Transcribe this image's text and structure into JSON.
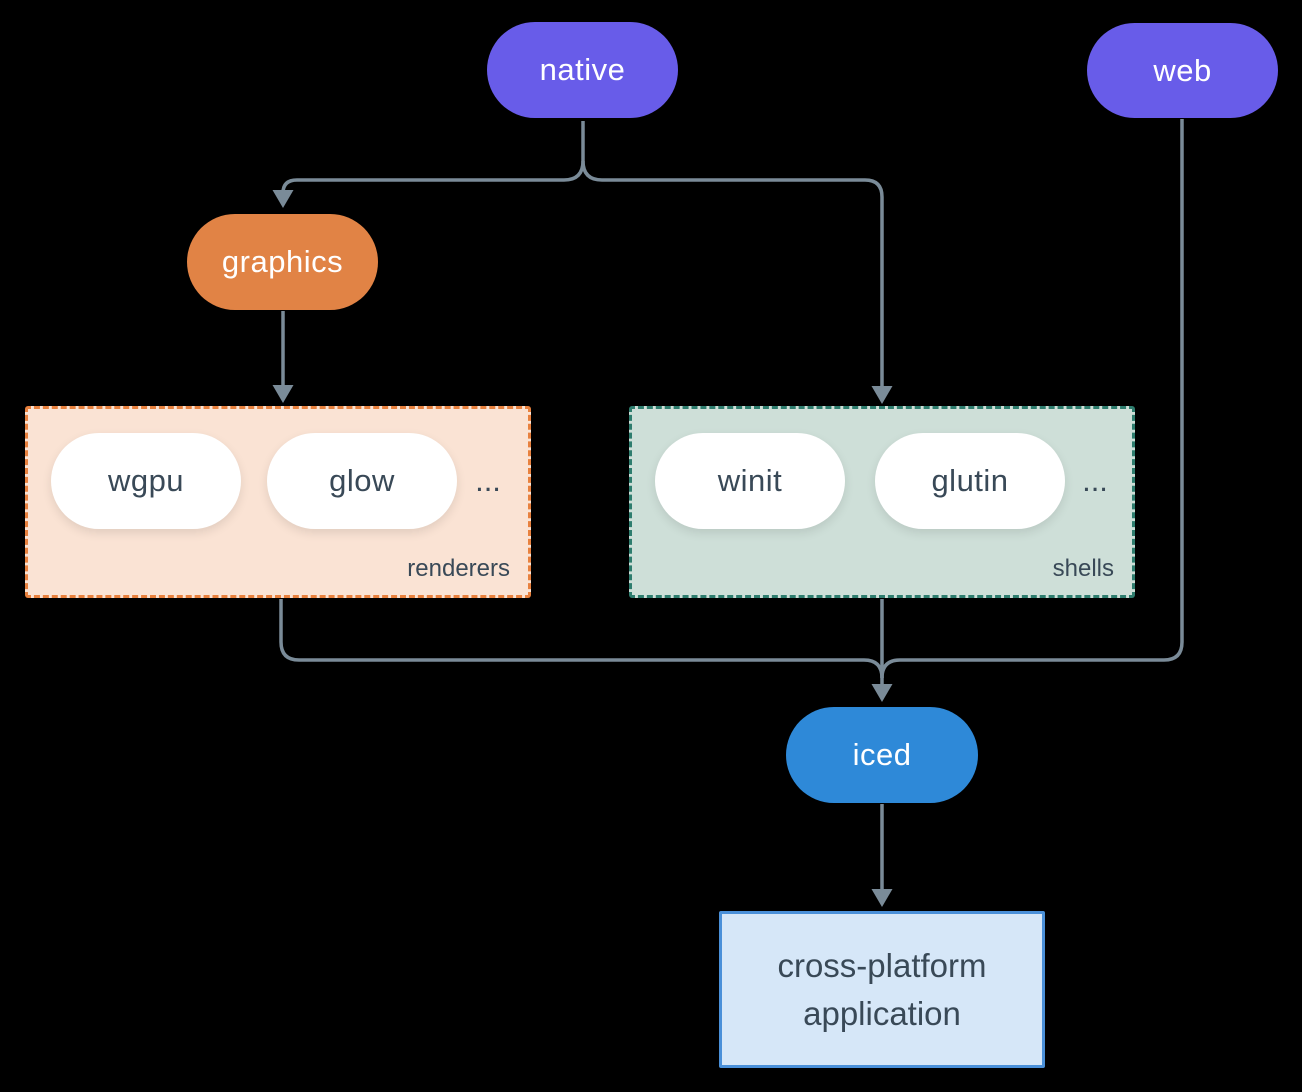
{
  "diagram": {
    "background_color": "#000000",
    "connector_color": "#7A8B98",
    "nodes": {
      "native": {
        "label": "native",
        "fill": "#685CE9",
        "text_color": "#FFFFFF"
      },
      "web": {
        "label": "web",
        "fill": "#685CE9",
        "text_color": "#FFFFFF"
      },
      "graphics": {
        "label": "graphics",
        "fill": "#E18345",
        "text_color": "#FFFFFF"
      },
      "iced": {
        "label": "iced",
        "fill": "#2E89D8",
        "text_color": "#FFFFFF"
      },
      "application": {
        "line1": "cross-platform",
        "line2": "application",
        "fill": "#D6E7F8",
        "border_color": "#4A90D9",
        "text_color": "#394957"
      }
    },
    "groups": {
      "renderers": {
        "label": "renderers",
        "fill": "#FAE3D4",
        "border_color": "#E8813E",
        "item_text_color": "#394957",
        "items": [
          "wgpu",
          "glow"
        ],
        "ellipsis": "..."
      },
      "shells": {
        "label": "shells",
        "fill": "#CEDFD8",
        "border_color": "#2E7D6E",
        "item_text_color": "#394957",
        "items": [
          "winit",
          "glutin"
        ],
        "ellipsis": "..."
      }
    }
  }
}
